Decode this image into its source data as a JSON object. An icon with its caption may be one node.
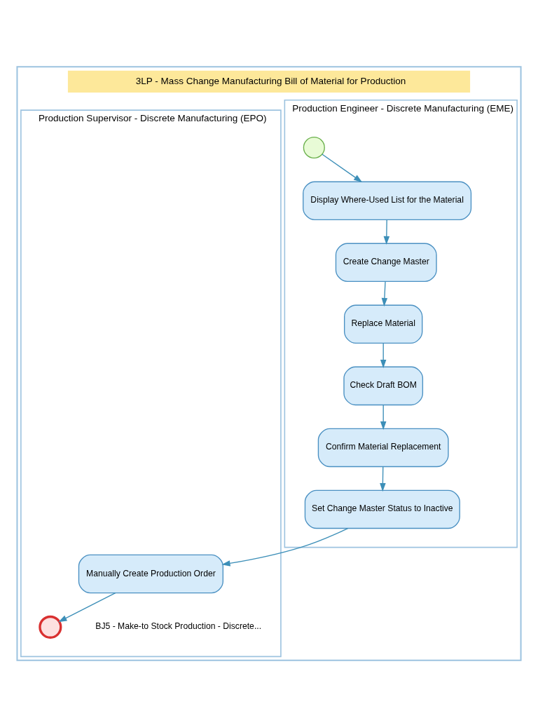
{
  "diagram": {
    "nodes": [
      {
        "text": [
          "3LP - Mass Change Manufacturing Bill of Material for Production"
        ]
      },
      {
        "text": [
          "Production Engineer - Discrete Manufacturing (EME)"
        ],
        "in": 0
      },
      {
        "text": [
          "Production Supervisor - Discrete Manufacturing (EPO)"
        ],
        "in": 0
      },
      {
        "text": [],
        "shape": "circle",
        "in": 1
      },
      {
        "text": [
          "Display Where-Used List for the Material"
        ],
        "in": 1
      },
      {
        "text": [
          "Create Change Master"
        ],
        "in": 1
      },
      {
        "text": [
          "Replace Material"
        ],
        "in": 1
      },
      {
        "text": [
          "Check Draft BOM"
        ],
        "in": 1
      },
      {
        "text": [
          "Confirm Material Replacement"
        ],
        "in": 1
      },
      {
        "text": [
          "Set Change Master Status to Inactive"
        ],
        "in": 1
      },
      {
        "text": [
          "Manually Create Production Order"
        ],
        "in": 2
      },
      {
        "text": [],
        "shape": "circle",
        "in": 2,
        "beside": [
          "BJ5 - Make-to Stock Production - Discrete..."
        ]
      }
    ],
    "edges": [
      {
        "from": 3,
        "to": 4,
        "arrow": "to"
      },
      {
        "from": 4,
        "to": 5,
        "arrow": "to"
      },
      {
        "from": 5,
        "to": 6,
        "arrow": "to"
      },
      {
        "from": 6,
        "to": 7,
        "arrow": "to"
      },
      {
        "from": 7,
        "to": 8,
        "arrow": "to"
      },
      {
        "from": 8,
        "to": 9,
        "arrow": "to"
      },
      {
        "from": 9,
        "to": 10,
        "arrow": "to"
      },
      {
        "from": 10,
        "to": 11,
        "arrow": "to"
      }
    ]
  }
}
